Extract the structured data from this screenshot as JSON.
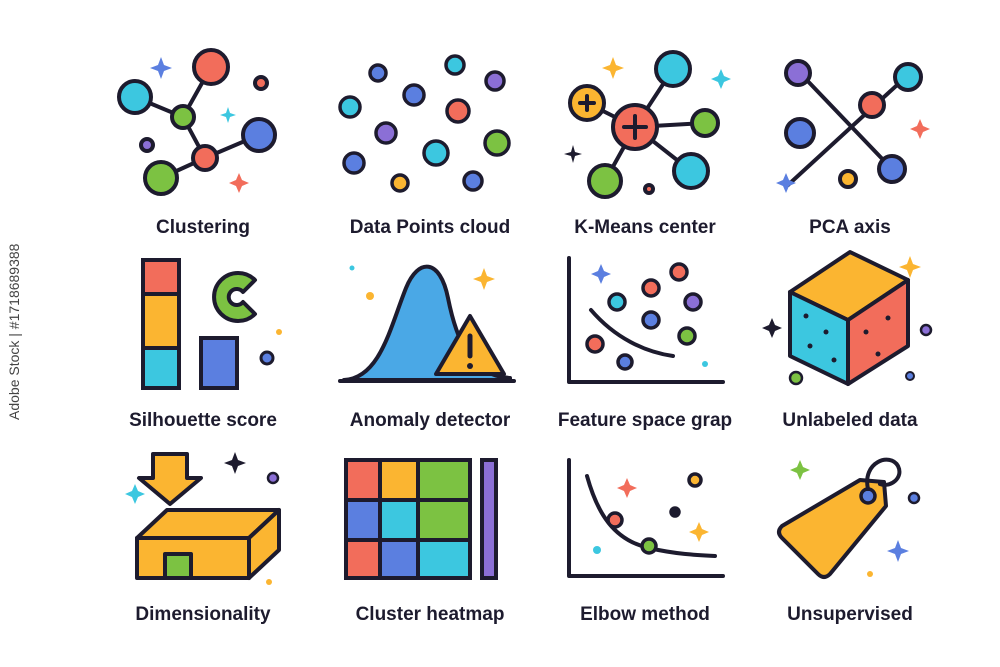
{
  "icons": [
    {
      "label": "Clustering",
      "icon": "clustering-icon"
    },
    {
      "label": "Data Points cloud",
      "icon": "data-points-cloud-icon"
    },
    {
      "label": "K-Means center",
      "icon": "k-means-center-icon"
    },
    {
      "label": "PCA axis",
      "icon": "pca-axis-icon"
    },
    {
      "label": "Silhouette score",
      "icon": "silhouette-score-icon"
    },
    {
      "label": "Anomaly detector",
      "icon": "anomaly-detector-icon"
    },
    {
      "label": "Feature space grap",
      "icon": "feature-space-graph-icon"
    },
    {
      "label": "Unlabeled data",
      "icon": "unlabeled-data-icon"
    },
    {
      "label": "Dimensionality",
      "icon": "dimensionality-icon"
    },
    {
      "label": "Cluster heatmap",
      "icon": "cluster-heatmap-icon"
    },
    {
      "label": "Elbow method",
      "icon": "elbow-method-icon"
    },
    {
      "label": "Unsupervised",
      "icon": "unsupervised-tag-icon"
    }
  ],
  "side_text": "Adobe Stock | #1718689388",
  "colors": {
    "outline": "#1d1b2e",
    "coral": "#f26d5b",
    "teal": "#3cc7e0",
    "green": "#7cc242",
    "blue": "#5b7fe0",
    "yellow": "#fbb531",
    "purple": "#8b6fd6",
    "sky": "#4aa8e6"
  }
}
